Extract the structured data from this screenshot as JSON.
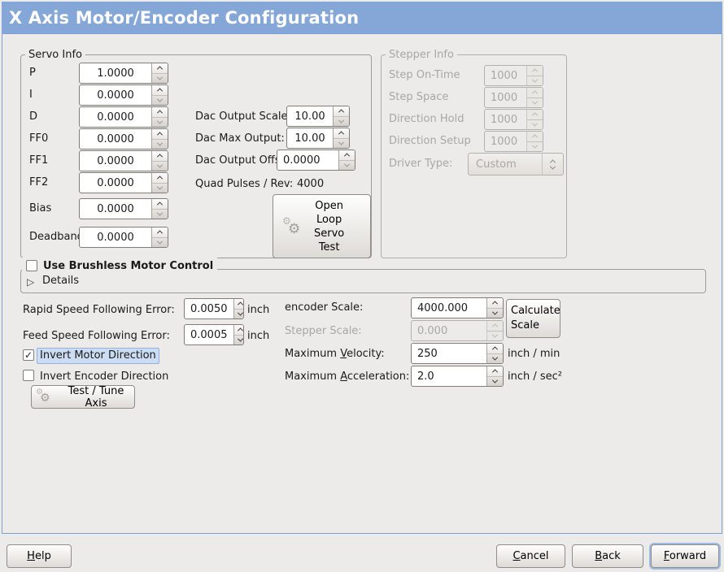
{
  "colors": {
    "titlebar": "#84A7D8",
    "content_border": "#7DA1D4",
    "selection_highlight": "#CBDCF3",
    "window_bg": "#ECEBE9"
  },
  "icons": {
    "gear": "⚙",
    "expander": "▷",
    "checked": "✓",
    "unchecked": ""
  },
  "window": {
    "title": "X Axis Motor/Encoder Configuration"
  },
  "servo_info": {
    "legend": "Servo Info",
    "params": [
      {
        "label": "P",
        "value": "1.0000"
      },
      {
        "label": "I",
        "value": "0.0000"
      },
      {
        "label": "D",
        "value": "0.0000"
      },
      {
        "label": "FF0",
        "value": "0.0000"
      },
      {
        "label": "FF1",
        "value": "0.0000"
      },
      {
        "label": "FF2",
        "value": "0.0000"
      },
      {
        "label": "Bias",
        "value": "0.0000"
      },
      {
        "label": "Deadband",
        "value": "0.0000"
      }
    ]
  },
  "dac": {
    "scale_label": "Dac Output Scale:",
    "scale_value": "10.00",
    "max_label": "Dac Max Output:",
    "max_value": "10.00",
    "offset_label": "Dac Output Offset:",
    "offset_value": "0.0000",
    "quad_label": "Quad Pulses / Rev:",
    "quad_value": "4000",
    "open_loop_lines": [
      "Open",
      "Loop",
      "Servo",
      "Test"
    ]
  },
  "stepper_info": {
    "legend": "Stepper Info",
    "params": [
      {
        "label": "Step On-Time",
        "value": "1000"
      },
      {
        "label": "Step Space",
        "value": "1000"
      },
      {
        "label": "Direction Hold",
        "value": "1000"
      },
      {
        "label": "Direction Setup",
        "value": "1000"
      }
    ],
    "driver_label": "Driver Type:",
    "driver_value": "Custom"
  },
  "brushless": {
    "label": "Use Brushless Motor Control",
    "checked": "",
    "details": "Details"
  },
  "following_error": {
    "rapid_label": "Rapid Speed Following Error:",
    "rapid_value": "0.0050",
    "rapid_unit": "inch",
    "feed_label": "Feed Speed Following Error:",
    "feed_value": "0.0005",
    "feed_unit": "inch"
  },
  "scaling": {
    "encoder_label": "encoder Scale:",
    "encoder_value": "4000.000",
    "calc_lines": [
      "Calculate",
      "Scale"
    ],
    "stepper_label": "Stepper Scale:",
    "stepper_value": "0.000",
    "velocity": {
      "pre": "Maximum ",
      "mn": "V",
      "post": "elocity:",
      "value": "250",
      "unit": "inch / min"
    },
    "acceleration": {
      "pre": "Maximum ",
      "mn": "A",
      "post": "cceleration:",
      "value": "2.0",
      "unit": "inch / sec²"
    }
  },
  "direction": {
    "invert_motor_label": "Invert Motor Direction",
    "invert_motor_checked": "✓",
    "invert_encoder_label": "Invert Encoder Direction",
    "invert_encoder_checked": "",
    "test_tune_label": "Test / Tune Axis"
  },
  "action_buttons": {
    "help": {
      "mn": "H",
      "post": "elp"
    },
    "cancel": {
      "mn": "C",
      "post": "ancel"
    },
    "back": {
      "mn": "B",
      "post": "ack"
    },
    "forward": {
      "mn": "F",
      "post": "orward"
    }
  }
}
